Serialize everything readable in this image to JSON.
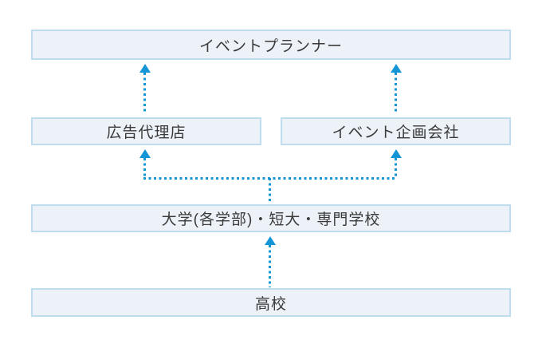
{
  "diagram": {
    "type": "career-path-flowchart",
    "nodes": [
      {
        "id": "event-planner",
        "label": "イベントプランナー"
      },
      {
        "id": "ad-agency",
        "label": "広告代理店"
      },
      {
        "id": "event-planning-company",
        "label": "イベント企画会社"
      },
      {
        "id": "university",
        "label": "大学(各学部)・短大・専門学校"
      },
      {
        "id": "high-school",
        "label": "高校"
      }
    ],
    "edges": [
      {
        "from": "high-school",
        "to": "university",
        "style": "dotted-arrow-up"
      },
      {
        "from": "university",
        "to": "ad-agency",
        "style": "dotted-arrow-up"
      },
      {
        "from": "university",
        "to": "event-planning-company",
        "style": "dotted-arrow-up"
      },
      {
        "from": "ad-agency",
        "to": "event-planner",
        "style": "dotted-arrow-up"
      },
      {
        "from": "event-planning-company",
        "to": "event-planner",
        "style": "dotted-arrow-up"
      }
    ]
  },
  "colors": {
    "background": "#ffffff",
    "box_fill": "#edf2f9",
    "box_border": "#bfdcee",
    "arrow": "#1496d6",
    "text": "#3a3a3a"
  }
}
